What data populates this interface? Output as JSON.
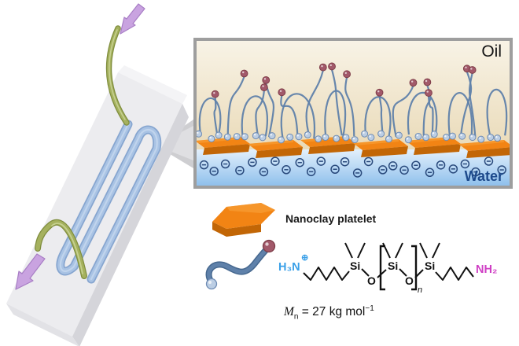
{
  "figure": {
    "description": "Microfluidic chip with serpentine channel and magnified oil-water interface stabilized by nanoclay platelets and amine-functional PDMS chains"
  },
  "palette": {
    "chip_top": "#ececef",
    "chip_far_end": "#f4f4f6",
    "chip_side": "#d5d5da",
    "chip_end": "#e2e2e6",
    "channel": "#a9c3e4",
    "channel_edge": "#87a6d0",
    "channel_highlight": "#cadcf1",
    "tube": "#a5b15e",
    "tube_edge": "#7f8d3d",
    "tube_highlight": "#ced89c",
    "arrow": "#c9a3e0",
    "arrow_edge": "#a87ec5",
    "callout": "#c6c6c9",
    "callout_light": "#e4e4e6",
    "inset_border": "#9e9e9e",
    "oil_top": "#f8f3e6",
    "oil_bottom": "#e9d9b6",
    "water_top": "#e3f0fc",
    "water_bottom": "#8fc0ec",
    "platelet": "#f28414",
    "platelet_dark": "#c26606",
    "chain": "#5f81aa",
    "chain_dark": "#46688f",
    "head": "#a2596a",
    "head_edge": "#7e3d48",
    "bead": "#bccee4",
    "bead_edge": "#6f8cb4",
    "charge": "#2a4a7c",
    "water_label": "#1d4a8c",
    "amine_left": "#3aa0e8",
    "amine_right": "#cf3fc4"
  },
  "inset": {
    "oil_label": "Oil",
    "water_label": "Water",
    "charge_symbol": "−",
    "charge_count": 26,
    "platelet_count": 6,
    "bead_count": 34,
    "chain_count": 22
  },
  "legend": {
    "platelet_label": "Nanoclay platelet",
    "formula": {
      "left_amine": "H₃N",
      "left_charge": "⊕",
      "si": "Si",
      "o": "O",
      "repeat_sub": "n",
      "right_amine": "NH₂"
    },
    "mn": {
      "symbol": "M",
      "sub": "n",
      "eq": " = 27 kg mol",
      "exp": "−1"
    }
  }
}
